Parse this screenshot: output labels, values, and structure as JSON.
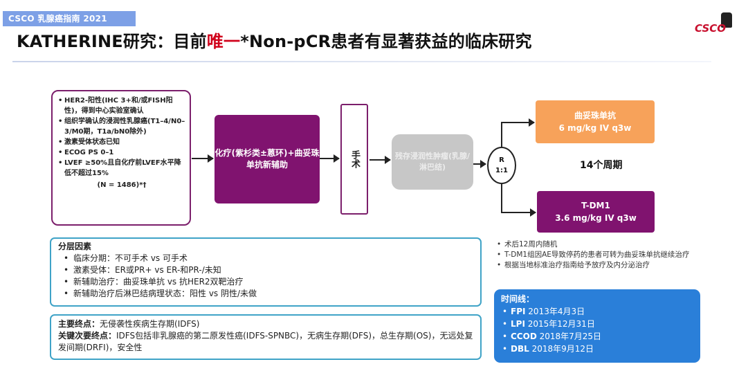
{
  "header": {
    "tag": "CSCO 乳腺癌指南 2021",
    "logo_text": "CSCO",
    "title_pre": "KATHERINE研究：目前",
    "title_highlight": "唯一",
    "title_post": "*Non-pCR患者有显著获益的临床研究"
  },
  "eligibility": {
    "items": [
      "HER2-阳性(IHC 3+和/或FISH阳性)，得到中心实验室确认",
      "组织学确认的浸润性乳腺癌(T1–4/N0–3/M0期，T1a/bN0除外)",
      "激素受体状态已知",
      "ECOG PS 0–1",
      "LVEF ≥50%且自化疗前LVEF水平降低不超过15%"
    ],
    "n": "(N = 1486)*†"
  },
  "flow": {
    "chemo": "化疗(紫杉类±蒽环)+曲妥珠单抗新辅助",
    "surgery": "手术",
    "residual": "残存浸润性肿瘤(乳腺/淋巴结)",
    "rand_r": "R",
    "rand_ratio": "1:1",
    "arm1_name": "曲妥珠单抗",
    "arm1_dose": "6 mg/kg IV q3w",
    "arm2_name": "T-DM1",
    "arm2_dose": "3.6 mg/kg IV q3w",
    "cycles": "14个周期"
  },
  "stratification": {
    "heading": "分层因素",
    "items": [
      "临床分期：不可手术 vs 可手术",
      "激素受体：ER或PR+ vs ER-和PR-/未知",
      "新辅助治疗：曲妥珠单抗 vs 抗HER2双靶治疗",
      "新辅助治疗后淋巴结病理状态：阳性 vs 阴性/未做"
    ]
  },
  "endpoints": {
    "primary_label": "主要终点：",
    "primary_value": "无侵袭性疾病生存期(IDFS)",
    "secondary_label": "关键次要终点：",
    "secondary_value": "IDFS包括非乳腺癌的第二原发性癌(IDFS-SPNBC)，无病生存期(DFS)，总生存期(OS)，无远处复发间期(DRFI)，安全性"
  },
  "notes": [
    "术后12周内随机",
    "T-DM1组因AE导致停药的患者可转为曲妥珠单抗继续治疗",
    "根据当地标准治疗指南给予放疗及内分泌治疗"
  ],
  "timeline": {
    "heading": "时间线：",
    "items": [
      {
        "key": "FPI",
        "value": "2013年4月3日"
      },
      {
        "key": "LPI",
        "value": "2015年12月31日"
      },
      {
        "key": "CCOD",
        "value": "2018年7月25日"
      },
      {
        "key": "DBL",
        "value": "2018年9月12日"
      }
    ]
  },
  "colors": {
    "purple": "#80136f",
    "orange": "#f7a25a",
    "blue": "#2a7fd9",
    "red": "#d0021b"
  }
}
